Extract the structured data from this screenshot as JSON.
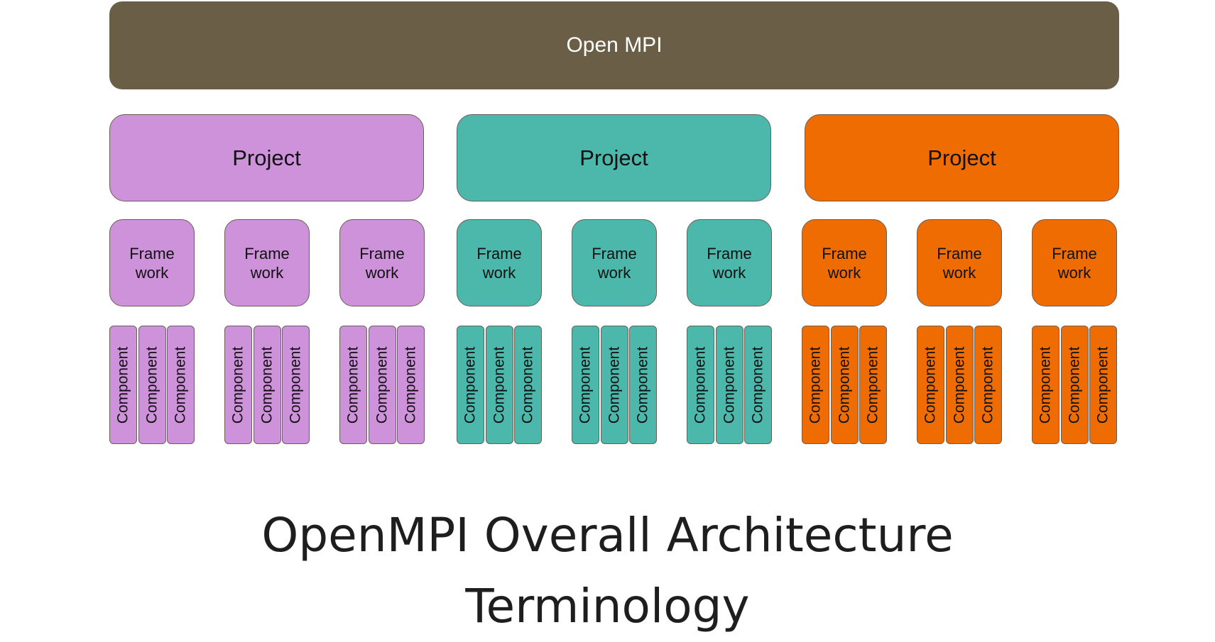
{
  "root": {
    "label": "Open MPI",
    "color": "#6b5e47"
  },
  "projects": [
    {
      "label": "Project",
      "color": "#cd92da",
      "frameworks": [
        {
          "label": "Frame\nwork",
          "components": [
            "Component",
            "Component",
            "Component"
          ]
        },
        {
          "label": "Frame\nwork",
          "components": [
            "Component",
            "Component",
            "Component"
          ]
        },
        {
          "label": "Frame\nwork",
          "components": [
            "Component",
            "Component",
            "Component"
          ]
        }
      ]
    },
    {
      "label": "Project",
      "color": "#4cb7ab",
      "frameworks": [
        {
          "label": "Frame\nwork",
          "components": [
            "Component",
            "Component",
            "Component"
          ]
        },
        {
          "label": "Frame\nwork",
          "components": [
            "Component",
            "Component",
            "Component"
          ]
        },
        {
          "label": "Frame\nwork",
          "components": [
            "Component",
            "Component",
            "Component"
          ]
        }
      ]
    },
    {
      "label": "Project",
      "color": "#ee6c02",
      "frameworks": [
        {
          "label": "Frame\nwork",
          "components": [
            "Component",
            "Component",
            "Component"
          ]
        },
        {
          "label": "Frame\nwork",
          "components": [
            "Component",
            "Component",
            "Component"
          ]
        },
        {
          "label": "Frame\nwork",
          "components": [
            "Component",
            "Component",
            "Component"
          ]
        }
      ]
    }
  ],
  "caption": {
    "line1": "OpenMPI Overall Architecture",
    "line2": "Terminology"
  }
}
